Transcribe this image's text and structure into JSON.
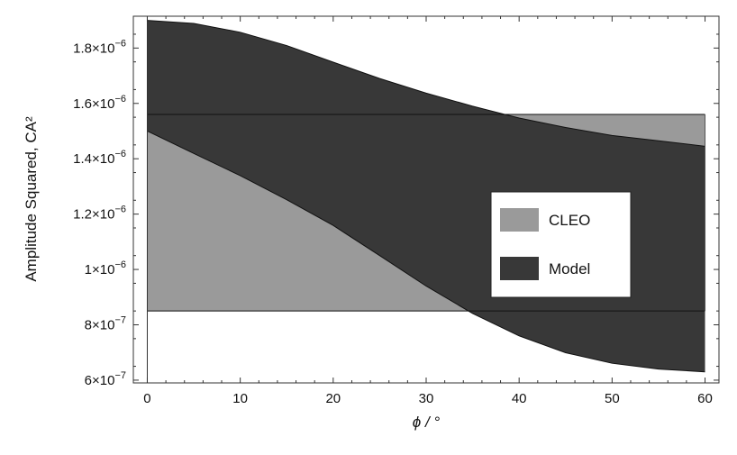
{
  "chart_data": {
    "type": "area",
    "xlabel": "ϕ / °",
    "ylabel": "Amplitude Squared,  CA²",
    "xlim": [
      -1.5,
      61.5
    ],
    "ylim": [
      5.9e-07,
      1.915e-06
    ],
    "x_ticks": [
      {
        "value": 0,
        "label": "0"
      },
      {
        "value": 10,
        "label": "10"
      },
      {
        "value": 20,
        "label": "20"
      },
      {
        "value": 30,
        "label": "30"
      },
      {
        "value": 40,
        "label": "40"
      },
      {
        "value": 50,
        "label": "50"
      },
      {
        "value": 60,
        "label": "60"
      }
    ],
    "y_ticks": [
      {
        "value": 6e-07,
        "mantissa": "6",
        "exp": "−7"
      },
      {
        "value": 8e-07,
        "mantissa": "8",
        "exp": "−7"
      },
      {
        "value": 1e-06,
        "mantissa": "1",
        "exp": "−6"
      },
      {
        "value": 1.2e-06,
        "mantissa": "1.2",
        "exp": "−6"
      },
      {
        "value": 1.4e-06,
        "mantissa": "1.4",
        "exp": "−6"
      },
      {
        "value": 1.6e-06,
        "mantissa": "1.6",
        "exp": "−6"
      },
      {
        "value": 1.8e-06,
        "mantissa": "1.8",
        "exp": "−6"
      }
    ],
    "series": [
      {
        "name": "CLEO",
        "color": "#9a9a9a",
        "x": [
          0,
          60
        ],
        "lower": [
          8.5e-07,
          8.5e-07
        ],
        "upper": [
          1.56e-06,
          1.56e-06
        ]
      },
      {
        "name": "Model",
        "color": "#383838",
        "x": [
          0,
          5,
          10,
          15,
          20,
          25,
          30,
          35,
          40,
          45,
          50,
          55,
          60
        ],
        "upper": [
          1.9e-06,
          1.889e-06,
          1.857e-06,
          1.809e-06,
          1.749e-06,
          1.69e-06,
          1.637e-06,
          1.59e-06,
          1.547e-06,
          1.513e-06,
          1.484e-06,
          1.465e-06,
          1.445e-06
        ],
        "lower": [
          1.5e-06,
          1.419e-06,
          1.339e-06,
          1.252e-06,
          1.159e-06,
          1.05e-06,
          9.4e-07,
          8.41e-07,
          7.6e-07,
          6.99e-07,
          6.61e-07,
          6.4e-07,
          6.3e-07
        ]
      }
    ],
    "legend": {
      "position": "center-right",
      "entries": [
        "CLEO",
        "Model"
      ]
    },
    "grid": false
  }
}
